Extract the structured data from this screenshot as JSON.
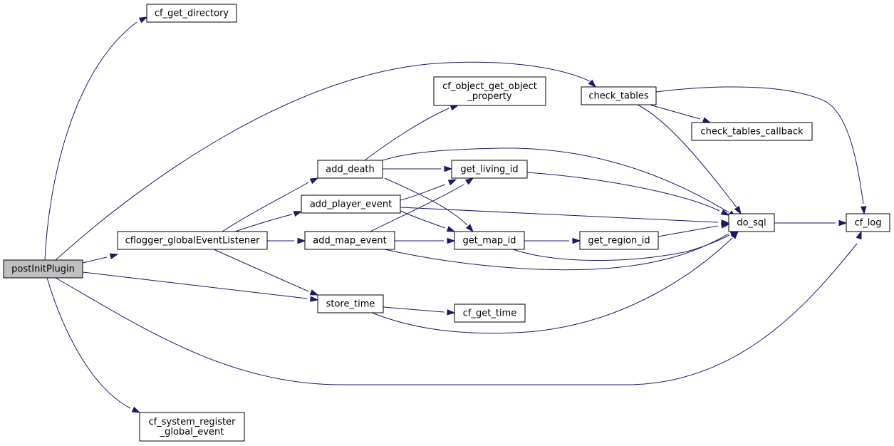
{
  "graph": {
    "edge_color": "#191970",
    "root_fill": "#bfbfbf",
    "nodes": [
      {
        "id": "postInitPlugin",
        "lines": [
          "postInitPlugin"
        ],
        "root": true
      },
      {
        "id": "cf_get_directory",
        "lines": [
          "cf_get_directory"
        ]
      },
      {
        "id": "cflogger_globalEventListener",
        "lines": [
          "cflogger_globalEventListener"
        ]
      },
      {
        "id": "cf_system_register_global_event",
        "lines": [
          "cf_system_register",
          "_global_event"
        ]
      },
      {
        "id": "add_death",
        "lines": [
          "add_death"
        ]
      },
      {
        "id": "add_player_event",
        "lines": [
          "add_player_event"
        ]
      },
      {
        "id": "add_map_event",
        "lines": [
          "add_map_event"
        ]
      },
      {
        "id": "store_time",
        "lines": [
          "store_time"
        ]
      },
      {
        "id": "cf_object_get_object_property",
        "lines": [
          "cf_object_get_object",
          "_property"
        ]
      },
      {
        "id": "get_living_id",
        "lines": [
          "get_living_id"
        ]
      },
      {
        "id": "get_map_id",
        "lines": [
          "get_map_id"
        ]
      },
      {
        "id": "cf_get_time",
        "lines": [
          "cf_get_time"
        ]
      },
      {
        "id": "check_tables",
        "lines": [
          "check_tables"
        ]
      },
      {
        "id": "check_tables_callback",
        "lines": [
          "check_tables_callback"
        ]
      },
      {
        "id": "get_region_id",
        "lines": [
          "get_region_id"
        ]
      },
      {
        "id": "do_sql",
        "lines": [
          "do_sql"
        ]
      },
      {
        "id": "cf_log",
        "lines": [
          "cf_log"
        ]
      }
    ],
    "edges": [
      {
        "from": "postInitPlugin",
        "to": "cf_get_directory"
      },
      {
        "from": "postInitPlugin",
        "to": "check_tables"
      },
      {
        "from": "postInitPlugin",
        "to": "cflogger_globalEventListener"
      },
      {
        "from": "postInitPlugin",
        "to": "store_time"
      },
      {
        "from": "postInitPlugin",
        "to": "cf_log"
      },
      {
        "from": "postInitPlugin",
        "to": "cf_system_register_global_event"
      },
      {
        "from": "cflogger_globalEventListener",
        "to": "add_death"
      },
      {
        "from": "cflogger_globalEventListener",
        "to": "add_player_event"
      },
      {
        "from": "cflogger_globalEventListener",
        "to": "add_map_event"
      },
      {
        "from": "cflogger_globalEventListener",
        "to": "store_time"
      },
      {
        "from": "add_death",
        "to": "cf_object_get_object_property"
      },
      {
        "from": "add_death",
        "to": "get_living_id"
      },
      {
        "from": "add_death",
        "to": "do_sql"
      },
      {
        "from": "add_death",
        "to": "get_map_id"
      },
      {
        "from": "add_player_event",
        "to": "get_living_id"
      },
      {
        "from": "add_player_event",
        "to": "do_sql"
      },
      {
        "from": "add_player_event",
        "to": "get_map_id"
      },
      {
        "from": "add_map_event",
        "to": "get_living_id"
      },
      {
        "from": "add_map_event",
        "to": "get_map_id"
      },
      {
        "from": "add_map_event",
        "to": "do_sql"
      },
      {
        "from": "store_time",
        "to": "cf_get_time"
      },
      {
        "from": "store_time",
        "to": "do_sql"
      },
      {
        "from": "get_living_id",
        "to": "do_sql"
      },
      {
        "from": "get_map_id",
        "to": "get_region_id"
      },
      {
        "from": "get_map_id",
        "to": "do_sql"
      },
      {
        "from": "get_region_id",
        "to": "do_sql"
      },
      {
        "from": "check_tables",
        "to": "check_tables_callback"
      },
      {
        "from": "check_tables",
        "to": "do_sql"
      },
      {
        "from": "check_tables",
        "to": "cf_log"
      },
      {
        "from": "do_sql",
        "to": "cf_log"
      }
    ]
  }
}
